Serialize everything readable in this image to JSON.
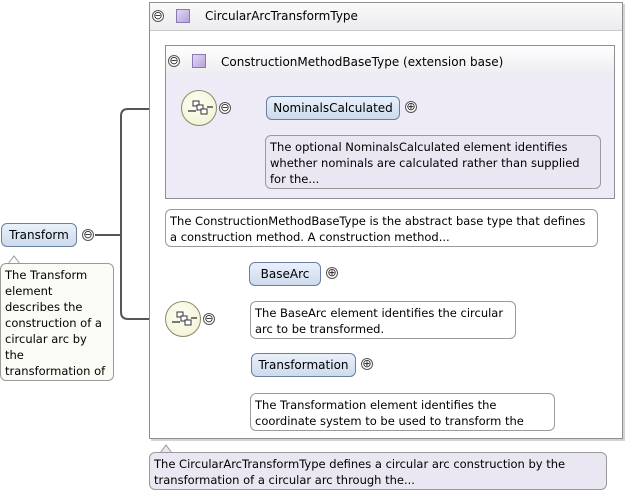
{
  "root_element": {
    "label": "Transform",
    "doc": "The Transform element describes the construction of a circular arc by the transformation of a base circular arc. This..."
  },
  "outer_type": {
    "title": "CircularArcTransformType",
    "doc": "The CircularArcTransformType defines a circular arc construction by the transformation of a circular arc through the..."
  },
  "base_type": {
    "title": "ConstructionMethodBaseType (extension base)",
    "doc": "The ConstructionMethodBaseType is the abstract base type that defines a construction method. A construction method...",
    "child": {
      "label": "NominalsCalculated",
      "doc": "The optional NominalsCalculated element identifies whether nominals are calculated rather than supplied for the..."
    }
  },
  "sequence_children": [
    {
      "label": "BaseArc",
      "doc": "The BaseArc element identifies the circular arc to be transformed."
    },
    {
      "label": "Transformation",
      "doc": "The Transformation element identifies the coordinate system to be used to transform the base circular arc."
    }
  ],
  "symbols": {
    "collapse": "⊖",
    "expand": "⊕"
  },
  "colors": {
    "element_fill": "#cddbec",
    "element_border": "#6a7f9c",
    "type_icon": "#b6a4da",
    "sequence_fill": "#f0efcf",
    "connector": "#555555"
  },
  "icons": {
    "toggle_collapse": "collapse-icon",
    "toggle_expand": "expand-icon",
    "type": "complex-type-icon",
    "sequence": "sequence-compositor-icon"
  }
}
